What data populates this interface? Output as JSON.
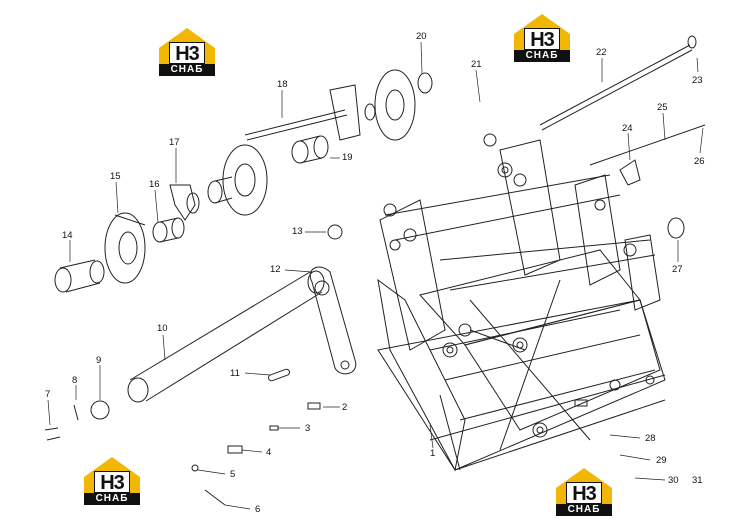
{
  "logos": [
    {
      "mark": "H3",
      "bar": "СНАБ"
    },
    {
      "mark": "H3",
      "bar": "СНАБ"
    },
    {
      "mark": "H3",
      "bar": "СНАБ"
    },
    {
      "mark": "H3",
      "bar": "СНАБ"
    }
  ],
  "parts": [
    "1",
    "2",
    "3",
    "4",
    "5",
    "6",
    "7",
    "8",
    "9",
    "10",
    "11",
    "12",
    "13",
    "14",
    "15",
    "16",
    "17",
    "18",
    "19",
    "20",
    "21",
    "22",
    "23",
    "24",
    "25",
    "26",
    "27",
    "28",
    "29",
    "30",
    "31"
  ],
  "colors": {
    "logo_gold": "#f2b705",
    "line": "#222222"
  }
}
